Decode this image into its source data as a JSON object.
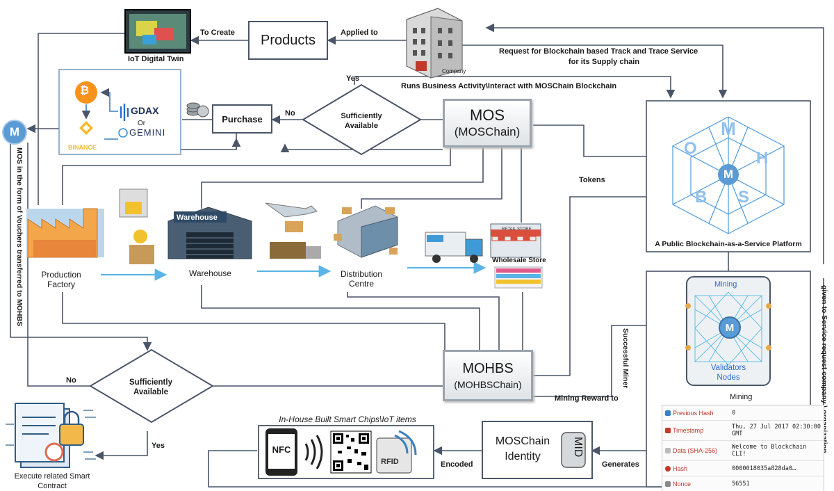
{
  "labels": {
    "iot_digital_twin": "IoT Digital Twin",
    "to_create": "To Create",
    "products": "Products",
    "applied_to": "Applied to",
    "company": "Company",
    "request_line1": "Request for Blockchain  based Track and Trace Service",
    "request_line2": "for its Supply chain",
    "runs_business": "Runs Business Activity\\Interact with MOSChain Blockchain",
    "yes_top": "Yes",
    "no_left": "No",
    "purchase": "Purchase",
    "sufficiently_available_top": "Sufficiently Available",
    "mos": "MOS",
    "moschain": "(MOSChain)",
    "gdax": "GDAX",
    "or": "Or",
    "gemini": "GEMINI",
    "binance": "BINANCE",
    "mos_vouchers": "MOS in the form of Vouchers transferred  to MOHBS",
    "tokens": "Tokens",
    "platform": "A Public Blockchain-as-a-Service Platform",
    "production_factory": "Production Factory",
    "warehouse_sign": "Warehouse",
    "warehouse": "Warehouse",
    "distribution_centre": "Distribution Centre",
    "wholesale_store": "Wholesale Store",
    "retail_store": "RETAIL STORE",
    "mining_top": "Mining",
    "validators_nodes": "Validators Nodes",
    "mining_bottom": "Mining",
    "service_request": "given to Service request company \\ organization",
    "successful_miner": "Successful Miner",
    "mining_reward_to": "Mining Reward to",
    "mohbs": "MOHBS",
    "mohbschain": "(MOHBSChain)",
    "no_bottom": "No",
    "sufficiently_available_bottom": "Sufficiently Available",
    "yes_bottom": "Yes",
    "execute_contract": "Execute related Smart Contract",
    "smart_chips": "In-House Built Smart Chips\\IoT items",
    "nfc": "NFC",
    "rfid": "RFID",
    "encoded": "Encoded",
    "moschain_identity": "MOSChain Identity",
    "mid": "MID",
    "generates": "Generates",
    "hex_letters": [
      "M",
      "O",
      "H",
      "M",
      "B",
      "S"
    ],
    "m_logo": "M"
  },
  "hash_table": [
    {
      "key": "Previous Hash",
      "value": "0"
    },
    {
      "key": "Timestamp",
      "value": "Thu, 27 Jul 2017 02:30:00 GMT"
    },
    {
      "key": "Data (SHA-256)",
      "value": "Welcome to Blockchain CLI!"
    },
    {
      "key": "Hash",
      "value": "0000018035a828da0…"
    },
    {
      "key": "Nonce",
      "value": "56551"
    }
  ],
  "colors": {
    "line": "#4a5568",
    "flow_arrow": "#5ab4e5",
    "hex_blue": "#3a8fd8",
    "bitcoin": "#f7931a",
    "binance": "#f3ba2f"
  }
}
